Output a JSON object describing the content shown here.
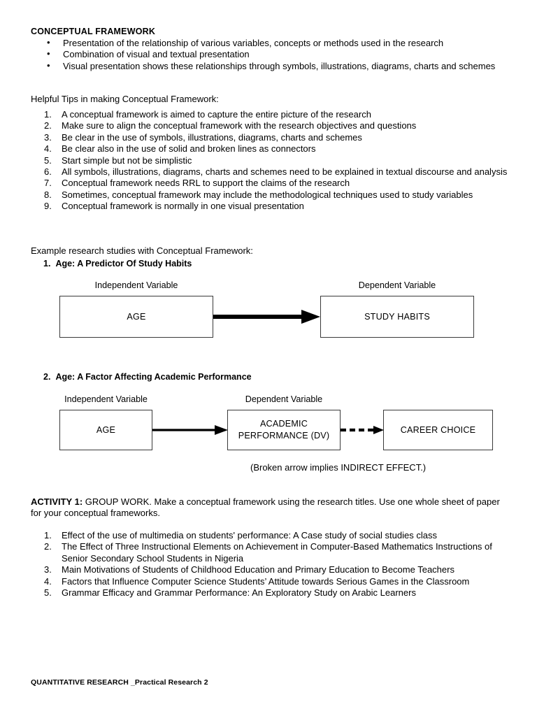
{
  "document": {
    "heading": "CONCEPTUAL FRAMEWORK",
    "definition_bullets": [
      "Presentation of the relationship of various variables, concepts or methods used in the research",
      "Combination of visual and textual presentation",
      "Visual presentation shows these relationships through symbols, illustrations, diagrams, charts and schemes"
    ],
    "tips_intro": "Helpful Tips in making Conceptual Framework:",
    "tips": [
      "A conceptual framework is aimed to capture the entire picture of the research",
      "Make sure to align the conceptual framework with the research objectives and questions",
      "Be clear in the use of symbols, illustrations, diagrams, charts and schemes",
      "Be clear also in the use of solid and broken lines as connectors",
      "Start simple but not be simplistic",
      "All symbols, illustrations, diagrams, charts and schemes need to be explained in textual discourse and analysis",
      "Conceptual framework needs RRL to support the claims of the research",
      "Sometimes, conceptual framework may include the methodological techniques used to study variables",
      "Conceptual framework is normally in one visual presentation"
    ],
    "examples_intro": "Example research studies with Conceptual Framework:",
    "examples": [
      {
        "number": "1.",
        "title": "Age: A Predictor Of Study Habits",
        "labels": {
          "independent": "Independent Variable",
          "dependent": "Dependent Variable"
        },
        "boxes": {
          "independent": "AGE",
          "dependent": "STUDY HABITS"
        },
        "connector": "solid-arrow"
      },
      {
        "number": "2.",
        "title": "Age: A Factor Affecting Academic Performance",
        "labels": {
          "independent": "Independent Variable",
          "dependent": "Dependent Variable"
        },
        "boxes": {
          "independent": "AGE",
          "dependent_line1": "ACADEMIC",
          "dependent_line2": "PERFORMANCE (DV)",
          "outcome": "CAREER CHOICE"
        },
        "connector_1": "solid-arrow",
        "connector_2": "dashed-arrow",
        "caption": "(Broken arrow implies INDIRECT EFFECT.)"
      }
    ],
    "activity": {
      "label": "ACTIVITY 1:",
      "instructions": "GROUP WORK. Make a conceptual framework using the research titles. Use one whole sheet of paper for your conceptual frameworks.",
      "titles": [
        "Effect of the use of multimedia on students' performance: A Case study of social studies class",
        "The Effect of Three Instructional Elements on Achievement in Computer-Based Mathematics Instructions of Senior Secondary School Students in Nigeria",
        "Main Motivations of Students of Childhood Education and Primary Education to Become Teachers",
        "Factors that Influence Computer Science Students’ Attitude towards Serious Games in the Classroom",
        "Grammar Efficacy and Grammar Performance: An Exploratory Study on Arabic Learners"
      ]
    },
    "footer": "QUANTITATIVE RESEARCH _Practical Research 2",
    "colors": {
      "text": "#000000",
      "box_border": "#3a3a3a",
      "page_background": "#ffffff"
    }
  }
}
